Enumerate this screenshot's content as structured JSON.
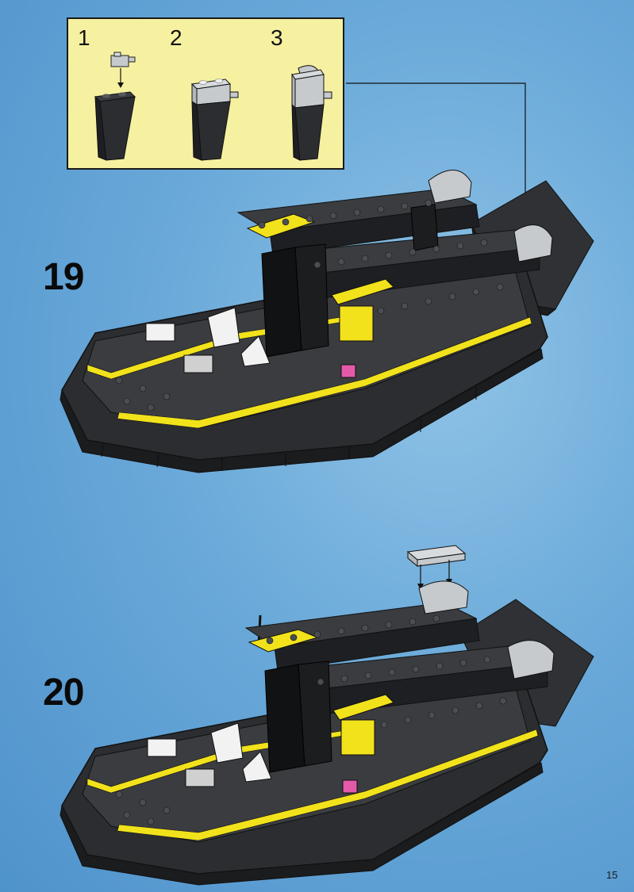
{
  "substeps": [
    "1",
    "2",
    "3"
  ],
  "steps": [
    "19",
    "20"
  ],
  "page_number": "15",
  "colors": {
    "panel": "#f6f1a0",
    "hull": "#2b2d30",
    "hull_dark": "#1b1c1e",
    "stud": "#4a4d52",
    "yellow": "#f2e21c",
    "light_gray": "#c6cacd",
    "pink": "#e25aa8",
    "white": "#f2f2f2"
  }
}
